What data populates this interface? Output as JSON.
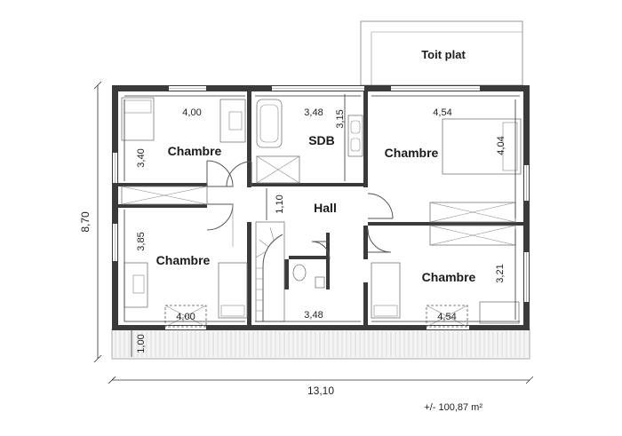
{
  "rooms": {
    "chambre_top_left": "Chambre",
    "sdb": "SDB",
    "chambre_top_right": "Chambre",
    "hall": "Hall",
    "chambre_bottom_left": "Chambre",
    "chambre_bottom_right": "Chambre"
  },
  "roof": {
    "label": "Toit plat"
  },
  "dimensions": {
    "top_left_width": "4,00",
    "top_left_height": "3,40",
    "sdb_width": "3,48",
    "sdb_height": "3,15",
    "top_right_width": "4,54",
    "top_right_height": "4,04",
    "hall_height": "1,10",
    "bottom_left_height": "3,85",
    "bottom_left_width": "4,00",
    "bottom_center_width": "3,48",
    "bottom_right_width": "4,54",
    "bottom_right_height": "3,21",
    "balcony_depth": "1,00",
    "total_height": "8,70",
    "total_width": "13,10"
  },
  "area": "+/- 100,87 m²"
}
